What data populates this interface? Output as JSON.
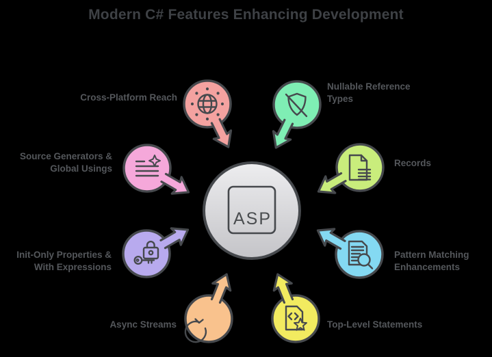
{
  "title": "Modern C# Features Enhancing Development",
  "center": {
    "label": "ASP"
  },
  "palette": {
    "background": "#000000",
    "outline": "#46494d",
    "title_text": "#3e4145",
    "label_text": "#54575b",
    "center_fill_top": "#ededef",
    "center_fill_bottom": "#c4c4c8",
    "center_text": "#4a4d50"
  },
  "nodes": [
    {
      "name": "cross-platform-reach",
      "label": "Cross-Platform Reach",
      "icon": "globe-icon",
      "color": "#f4a2a0"
    },
    {
      "name": "nullable-reference-types",
      "label": "Nullable Reference\nTypes",
      "icon": "shield-off-icon",
      "color": "#7feeb4"
    },
    {
      "name": "source-generators-global-usings",
      "label": "Source Generators &\nGlobal Usings",
      "icon": "list-sparkle-icon",
      "color": "#f5a8da"
    },
    {
      "name": "records",
      "label": "Records",
      "icon": "document-icon",
      "color": "#c9ed7c"
    },
    {
      "name": "init-only-properties-with-expressions",
      "label": "Init-Only Properties &\nWith Expressions",
      "icon": "lock-key-icon",
      "color": "#b8aaee"
    },
    {
      "name": "pattern-matching-enhancements",
      "label": "Pattern Matching\nEnhancements",
      "icon": "document-search-icon",
      "color": "#84d9f2"
    },
    {
      "name": "async-streams",
      "label": "Async Streams",
      "icon": "circular-arrow-icon",
      "color": "#f9c28d"
    },
    {
      "name": "top-level-statements",
      "label": "Top-Level Statements",
      "icon": "code-file-star-icon",
      "color": "#f2eb60"
    }
  ]
}
